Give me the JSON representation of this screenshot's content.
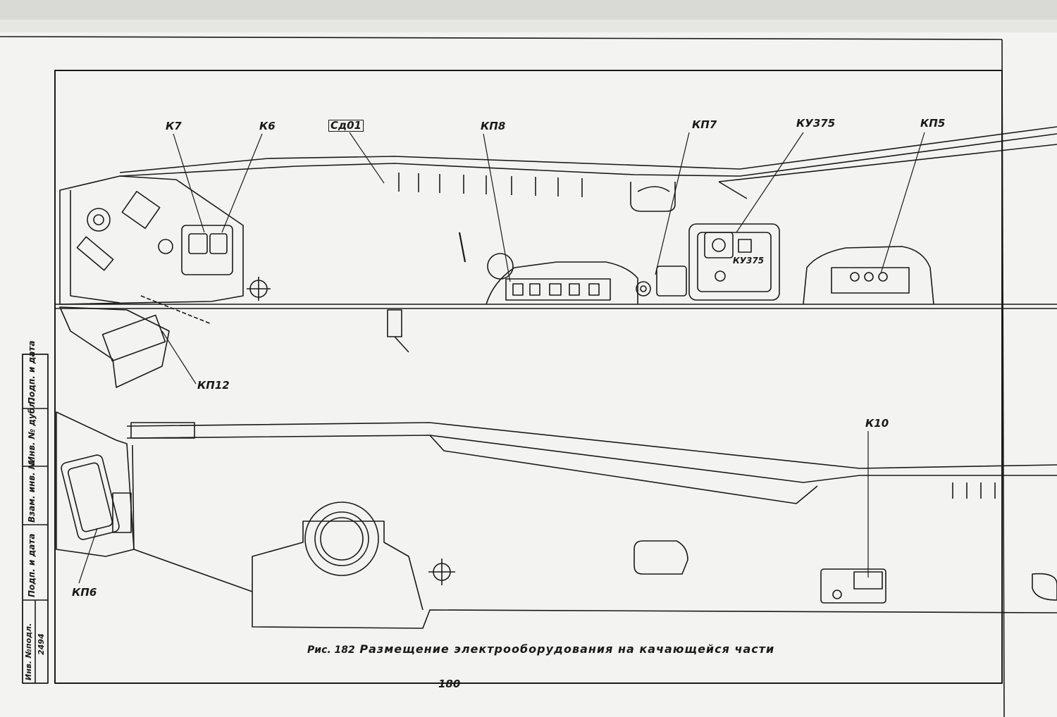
{
  "drawing": {
    "callouts_upper": {
      "k7": "К7",
      "k6": "К6",
      "sd01": "Сд01",
      "kp8": "КП8",
      "kp7": "КП7",
      "ku375_top": "КУ375",
      "kp5": "КП5",
      "ku375_inner": "КУ375",
      "kp12": "КП12"
    },
    "callouts_lower": {
      "k10": "К10",
      "kp6": "КП6"
    },
    "caption": {
      "figure": "Рис. 182",
      "text": "Размещение электрооборудования на качающейся части"
    },
    "page_number": "180"
  },
  "title_block": {
    "inv_orig": "Инв. №подл.",
    "inv_orig_value": "2494",
    "sign_date_1": "Подп. и дата",
    "vzam_inv": "Взам. инв. №",
    "inv_dubl": "Инв. № дубл.",
    "sign_date_2": "Подп. и дата"
  },
  "colors": {
    "paper": "#f3f3f1",
    "ink": "#1a1a1a"
  }
}
